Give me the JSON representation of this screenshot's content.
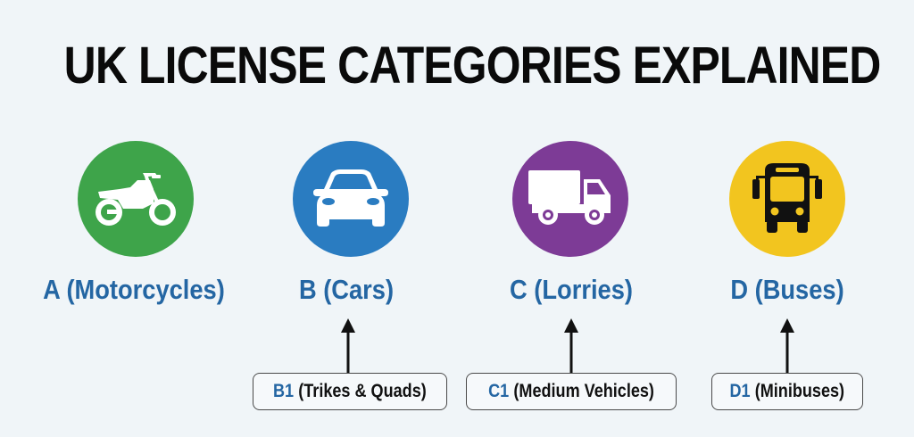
{
  "title": "UK LICENSE CATEGORIES EXPLAINED",
  "colors": {
    "background": "#f0f5f8",
    "title_text": "#0a0a0a",
    "label_text": "#2466a3",
    "category_a": "#3ea44a",
    "category_b": "#2a7cc1",
    "category_c": "#7d3b96",
    "category_d": "#f2c51f",
    "sub_box_border": "#4a4a4a"
  },
  "categories": [
    {
      "code": "A",
      "label": "A (Motorcycles)",
      "icon": "motorcycle-icon",
      "color": "#3ea44a",
      "subcategory": null
    },
    {
      "code": "B",
      "label": "B (Cars)",
      "icon": "car-icon",
      "color": "#2a7cc1",
      "subcategory": {
        "code": "B1",
        "description": "(Trikes & Quads)"
      }
    },
    {
      "code": "C",
      "label": "C (Lorries)",
      "icon": "truck-icon",
      "color": "#7d3b96",
      "subcategory": {
        "code": "C1",
        "description": "(Medium Vehicles)"
      }
    },
    {
      "code": "D",
      "label": "D (Buses)",
      "icon": "bus-icon",
      "color": "#f2c51f",
      "subcategory": {
        "code": "D1",
        "description": "(Minibuses)"
      }
    }
  ]
}
